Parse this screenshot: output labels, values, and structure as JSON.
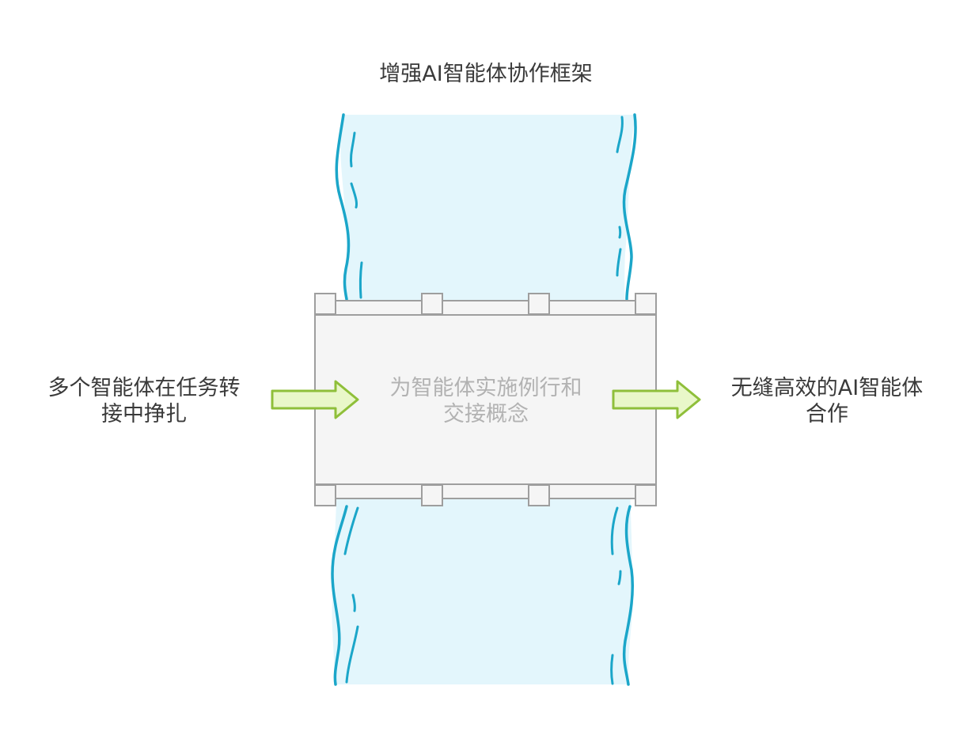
{
  "title": "增强AI智能体协作框架",
  "input": {
    "lines": [
      "多个智能体在任务转",
      "接中挣扎"
    ]
  },
  "process": {
    "lines": [
      "为智能体实施例行和",
      "交接概念"
    ]
  },
  "output": {
    "lines": [
      "无缝高效的AI智能体",
      "合作"
    ]
  },
  "colors": {
    "river_fill": "#e3f6fc",
    "river_line": "#1ba6c9",
    "bridge_fill": "#f5f5f5",
    "bridge_stroke": "#9e9e9e",
    "arrow_fill": "#e9f7c9",
    "arrow_stroke": "#8fbf3a",
    "text_dark": "#3a3a3a",
    "text_light": "#b2b2b2"
  }
}
